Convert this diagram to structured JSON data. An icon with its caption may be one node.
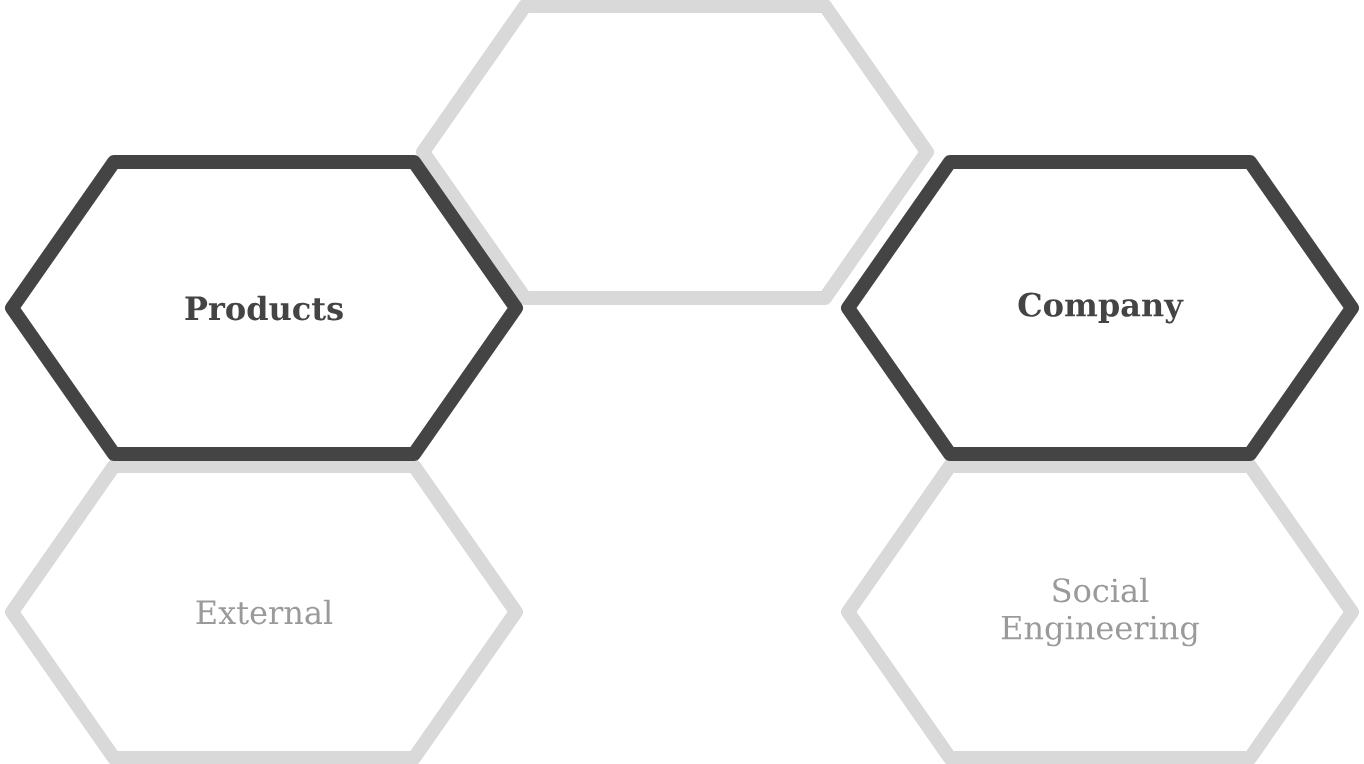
{
  "diagram": {
    "nodes": [
      {
        "text": [],
        "shape": "hexagon"
      },
      {
        "text": [
          "Products"
        ]
      },
      {
        "text": [
          "Company"
        ]
      },
      {
        "text": [
          "External"
        ]
      },
      {
        "text": [
          "Social Engineering"
        ]
      }
    ]
  }
}
